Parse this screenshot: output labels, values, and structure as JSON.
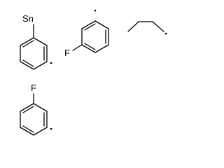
{
  "fragments": {
    "stannyl_phenyl": {
      "substituent_label": "Sn"
    },
    "fluorophenyl_top": {
      "substituent_label": "F"
    },
    "fluorophenyl_bottom": {
      "substituent_label": "F"
    }
  },
  "colors": {
    "bond": "#000000",
    "label": "#000000",
    "background": "#ffffff"
  }
}
